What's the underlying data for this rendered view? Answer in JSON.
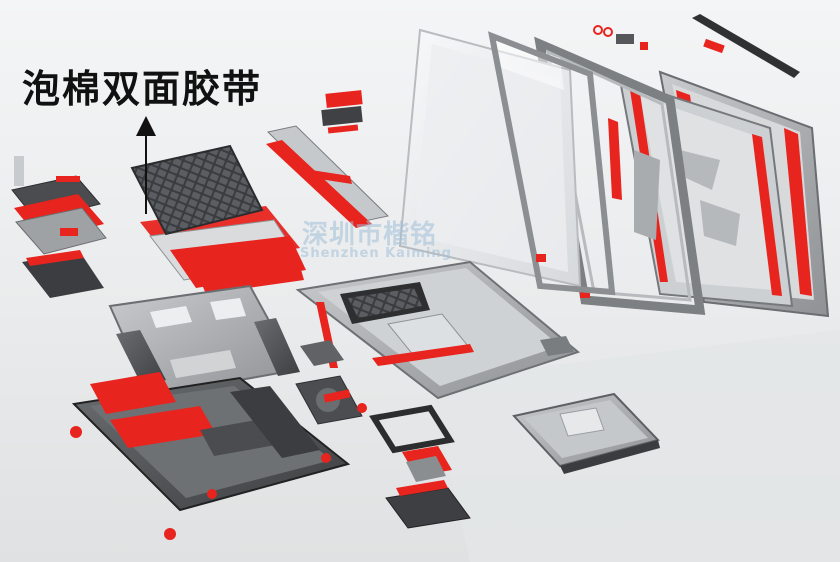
{
  "title": "泡棉双面胶带",
  "watermark": {
    "cn": "深圳市楷铭",
    "en": "Shenzhen Kaiming"
  },
  "colors": {
    "tape_red": "#e8241e",
    "metal_grey": "#a4a7aa",
    "dark_grey": "#55585b",
    "panel_white": "#f2f3f4",
    "background": "#eef0f1"
  },
  "components": [
    "keyboard",
    "display-panel",
    "display-bezel",
    "display-back-cover",
    "hinges",
    "palmrest",
    "metal-frame",
    "bottom-case",
    "optical-drive",
    "fan-module",
    "touchpad-bracket",
    "speaker-module",
    "foam-double-sided-tape"
  ]
}
